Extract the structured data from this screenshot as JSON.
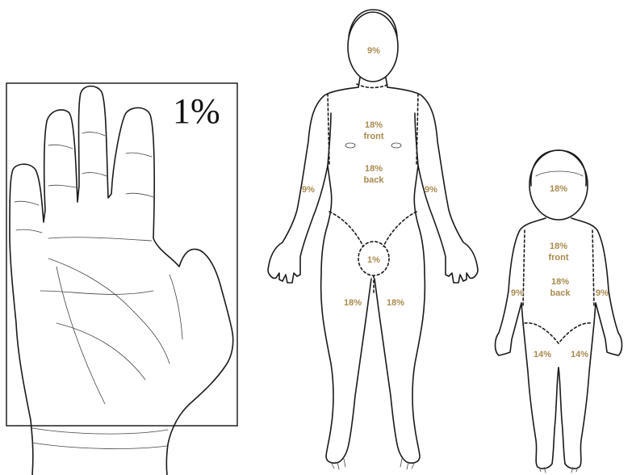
{
  "hand": {
    "label": "1%"
  },
  "adult": {
    "head": "9%",
    "torso_front_value": "18%",
    "torso_front_word": "front",
    "torso_back_value": "18%",
    "torso_back_word": "back",
    "left_arm": "9%",
    "right_arm": "9%",
    "groin": "1%",
    "left_leg": "18%",
    "right_leg": "18%"
  },
  "child": {
    "head": "18%",
    "torso_front_value": "18%",
    "torso_front_word": "front",
    "torso_back_value": "18%",
    "torso_back_word": "back",
    "left_arm": "9%",
    "right_arm": "9%",
    "left_leg": "14%",
    "right_leg": "14%"
  }
}
